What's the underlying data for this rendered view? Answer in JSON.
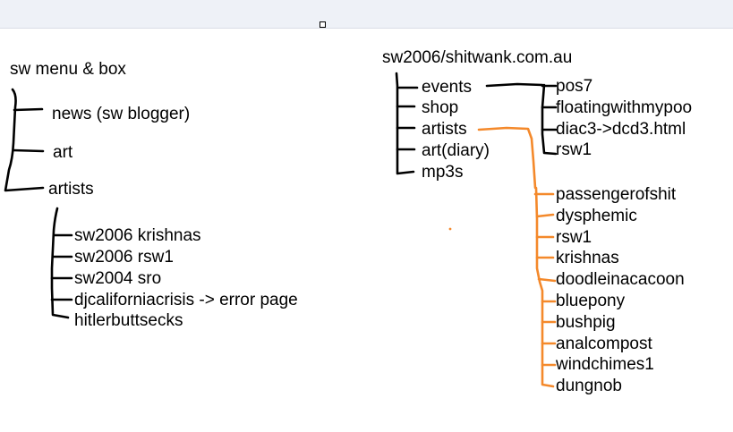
{
  "colors": {
    "black": "#000000",
    "orange": "#f4892b",
    "toolbar": "#eef1f7"
  },
  "left_tree": {
    "title": "sw menu & box",
    "items": [
      "news (sw blogger)",
      "art",
      "artists"
    ],
    "artists": [
      "sw2006 krishnas",
      "sw2006 rsw1",
      "sw2004 sro",
      "djcaliforniacrisis -> error page",
      "hitlerbuttsecks"
    ]
  },
  "right_tree": {
    "title": "sw2006/shitwank.com.au",
    "items": [
      "events",
      "shop",
      "artists",
      "art(diary)",
      "mp3s"
    ],
    "events": [
      "pos7",
      "floatingwithmypoo",
      "diac3->dcd3.html",
      "rsw1"
    ],
    "artists": [
      "passengerofshit",
      "dysphemic",
      "rsw1",
      "krishnas",
      "doodleinacacoon",
      "bluepony",
      "bushpig",
      "analcompost",
      "windchimes1",
      "dungnob"
    ]
  }
}
